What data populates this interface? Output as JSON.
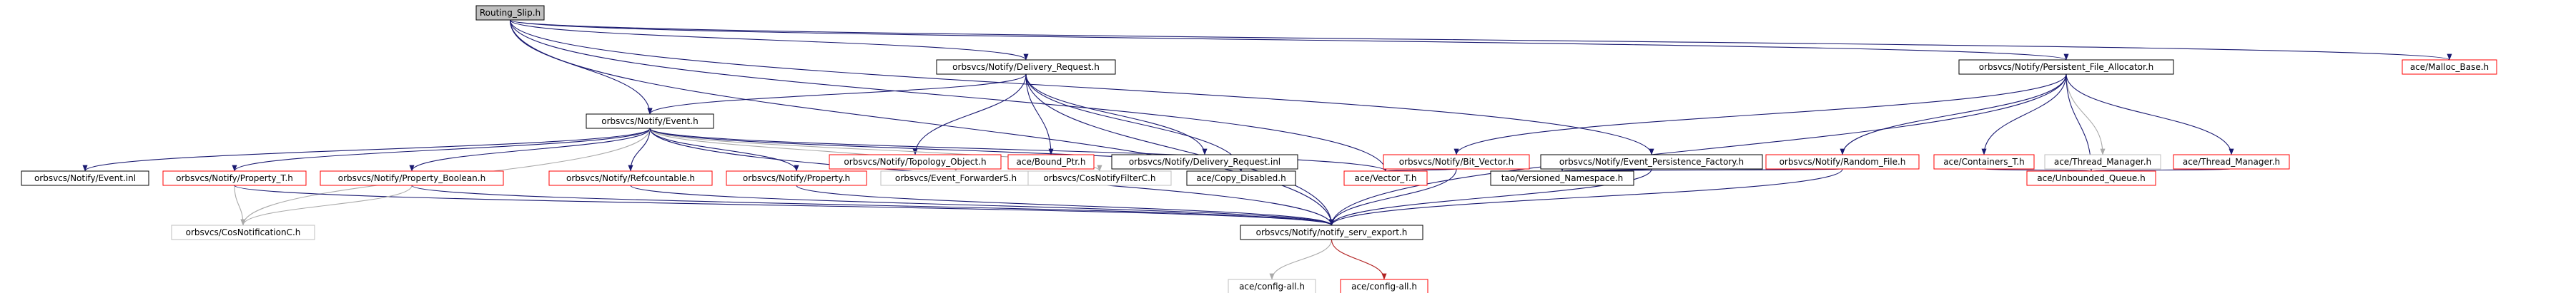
{
  "diagram": {
    "nodes": [
      {
        "id": "routing_slip",
        "label": "Routing_Slip.h",
        "style": "root"
      },
      {
        "id": "delivery_request",
        "label": "orbsvcs/Notify/Delivery_Request.h",
        "style": "black"
      },
      {
        "id": "persistent_file_allocator",
        "label": "orbsvcs/Notify/Persistent_File_Allocator.h",
        "style": "black"
      },
      {
        "id": "malloc_base",
        "label": "ace/Malloc_Base.h",
        "style": "red"
      },
      {
        "id": "event",
        "label": "orbsvcs/Notify/Event.h",
        "style": "black"
      },
      {
        "id": "topology_object",
        "label": "orbsvcs/Notify/Topology_Object.h",
        "style": "red"
      },
      {
        "id": "bound_ptr",
        "label": "ace/Bound_Ptr.h",
        "style": "red"
      },
      {
        "id": "delivery_request_inl",
        "label": "orbsvcs/Notify/Delivery_Request.inl",
        "style": "black"
      },
      {
        "id": "bit_vector",
        "label": "orbsvcs/Notify/Bit_Vector.h",
        "style": "red"
      },
      {
        "id": "event_persistence_factory",
        "label": "orbsvcs/Notify/Event_Persistence_Factory.h",
        "style": "black"
      },
      {
        "id": "random_file",
        "label": "orbsvcs/Notify/Random_File.h",
        "style": "red"
      },
      {
        "id": "containers_t",
        "label": "ace/Containers_T.h",
        "style": "red"
      },
      {
        "id": "thread_manager_grey",
        "label": "ace/Thread_Manager.h",
        "style": "grey"
      },
      {
        "id": "thread_manager_red",
        "label": "ace/Thread_Manager.h",
        "style": "red"
      },
      {
        "id": "event_inl",
        "label": "orbsvcs/Notify/Event.inl",
        "style": "black"
      },
      {
        "id": "property_t",
        "label": "orbsvcs/Notify/Property_T.h",
        "style": "red"
      },
      {
        "id": "property_boolean",
        "label": "orbsvcs/Notify/Property_Boolean.h",
        "style": "red"
      },
      {
        "id": "refcountable",
        "label": "orbsvcs/Notify/Refcountable.h",
        "style": "red"
      },
      {
        "id": "property",
        "label": "orbsvcs/Notify/Property.h",
        "style": "red"
      },
      {
        "id": "event_forwarder_s",
        "label": "orbsvcs/Event_ForwarderS.h",
        "style": "grey"
      },
      {
        "id": "cos_notify_filter_c",
        "label": "orbsvcs/CosNotifyFilterC.h",
        "style": "grey"
      },
      {
        "id": "copy_disabled",
        "label": "ace/Copy_Disabled.h",
        "style": "black"
      },
      {
        "id": "vector_t",
        "label": "ace/Vector_T.h",
        "style": "red"
      },
      {
        "id": "versioned_namespace",
        "label": "tao/Versioned_Namespace.h",
        "style": "black"
      },
      {
        "id": "unbounded_queue",
        "label": "ace/Unbounded_Queue.h",
        "style": "red"
      },
      {
        "id": "cos_notification_c",
        "label": "orbsvcs/CosNotificationC.h",
        "style": "grey"
      },
      {
        "id": "notify_serv_export",
        "label": "orbsvcs/Notify/notify_serv_export.h",
        "style": "black"
      },
      {
        "id": "config_all_grey",
        "label": "ace/config-all.h",
        "style": "grey"
      },
      {
        "id": "config_all_red",
        "label": "ace/config-all.h",
        "style": "red"
      }
    ],
    "edges": [
      [
        "routing_slip",
        "delivery_request"
      ],
      [
        "routing_slip",
        "event"
      ],
      [
        "routing_slip",
        "persistent_file_allocator"
      ],
      [
        "routing_slip",
        "malloc_base"
      ],
      [
        "routing_slip",
        "event_persistence_factory"
      ],
      [
        "routing_slip",
        "vector_t"
      ],
      [
        "routing_slip",
        "notify_serv_export"
      ],
      [
        "delivery_request",
        "event"
      ],
      [
        "delivery_request",
        "topology_object"
      ],
      [
        "delivery_request",
        "bound_ptr"
      ],
      [
        "delivery_request",
        "delivery_request_inl"
      ],
      [
        "delivery_request",
        "copy_disabled"
      ],
      [
        "delivery_request",
        "notify_serv_export"
      ],
      [
        "persistent_file_allocator",
        "bit_vector"
      ],
      [
        "persistent_file_allocator",
        "random_file"
      ],
      [
        "persistent_file_allocator",
        "containers_t"
      ],
      [
        "persistent_file_allocator",
        "thread_manager_grey"
      ],
      [
        "persistent_file_allocator",
        "thread_manager_red"
      ],
      [
        "persistent_file_allocator",
        "unbounded_queue"
      ],
      [
        "persistent_file_allocator",
        "notify_serv_export"
      ],
      [
        "event",
        "event_inl"
      ],
      [
        "event",
        "property_t"
      ],
      [
        "event",
        "property_boolean"
      ],
      [
        "event",
        "refcountable"
      ],
      [
        "event",
        "property"
      ],
      [
        "event",
        "event_forwarder_s"
      ],
      [
        "event",
        "cos_notify_filter_c"
      ],
      [
        "event",
        "copy_disabled"
      ],
      [
        "event",
        "vector_t"
      ],
      [
        "event",
        "cos_notification_c"
      ],
      [
        "event",
        "notify_serv_export"
      ],
      [
        "bit_vector",
        "vector_t"
      ],
      [
        "bit_vector",
        "notify_serv_export"
      ],
      [
        "event_persistence_factory",
        "versioned_namespace"
      ],
      [
        "event_persistence_factory",
        "notify_serv_export"
      ],
      [
        "random_file",
        "versioned_namespace"
      ],
      [
        "random_file",
        "notify_serv_export"
      ],
      [
        "containers_t",
        "unbounded_queue"
      ],
      [
        "thread_manager_red",
        "unbounded_queue"
      ],
      [
        "property_t",
        "cos_notification_c"
      ],
      [
        "property_t",
        "notify_serv_export"
      ],
      [
        "property_boolean",
        "cos_notification_c"
      ],
      [
        "property_boolean",
        "notify_serv_export"
      ],
      [
        "refcountable",
        "notify_serv_export"
      ],
      [
        "property",
        "notify_serv_export"
      ],
      [
        "notify_serv_export",
        "config_all_grey"
      ],
      [
        "notify_serv_export",
        "config_all_red"
      ]
    ]
  }
}
